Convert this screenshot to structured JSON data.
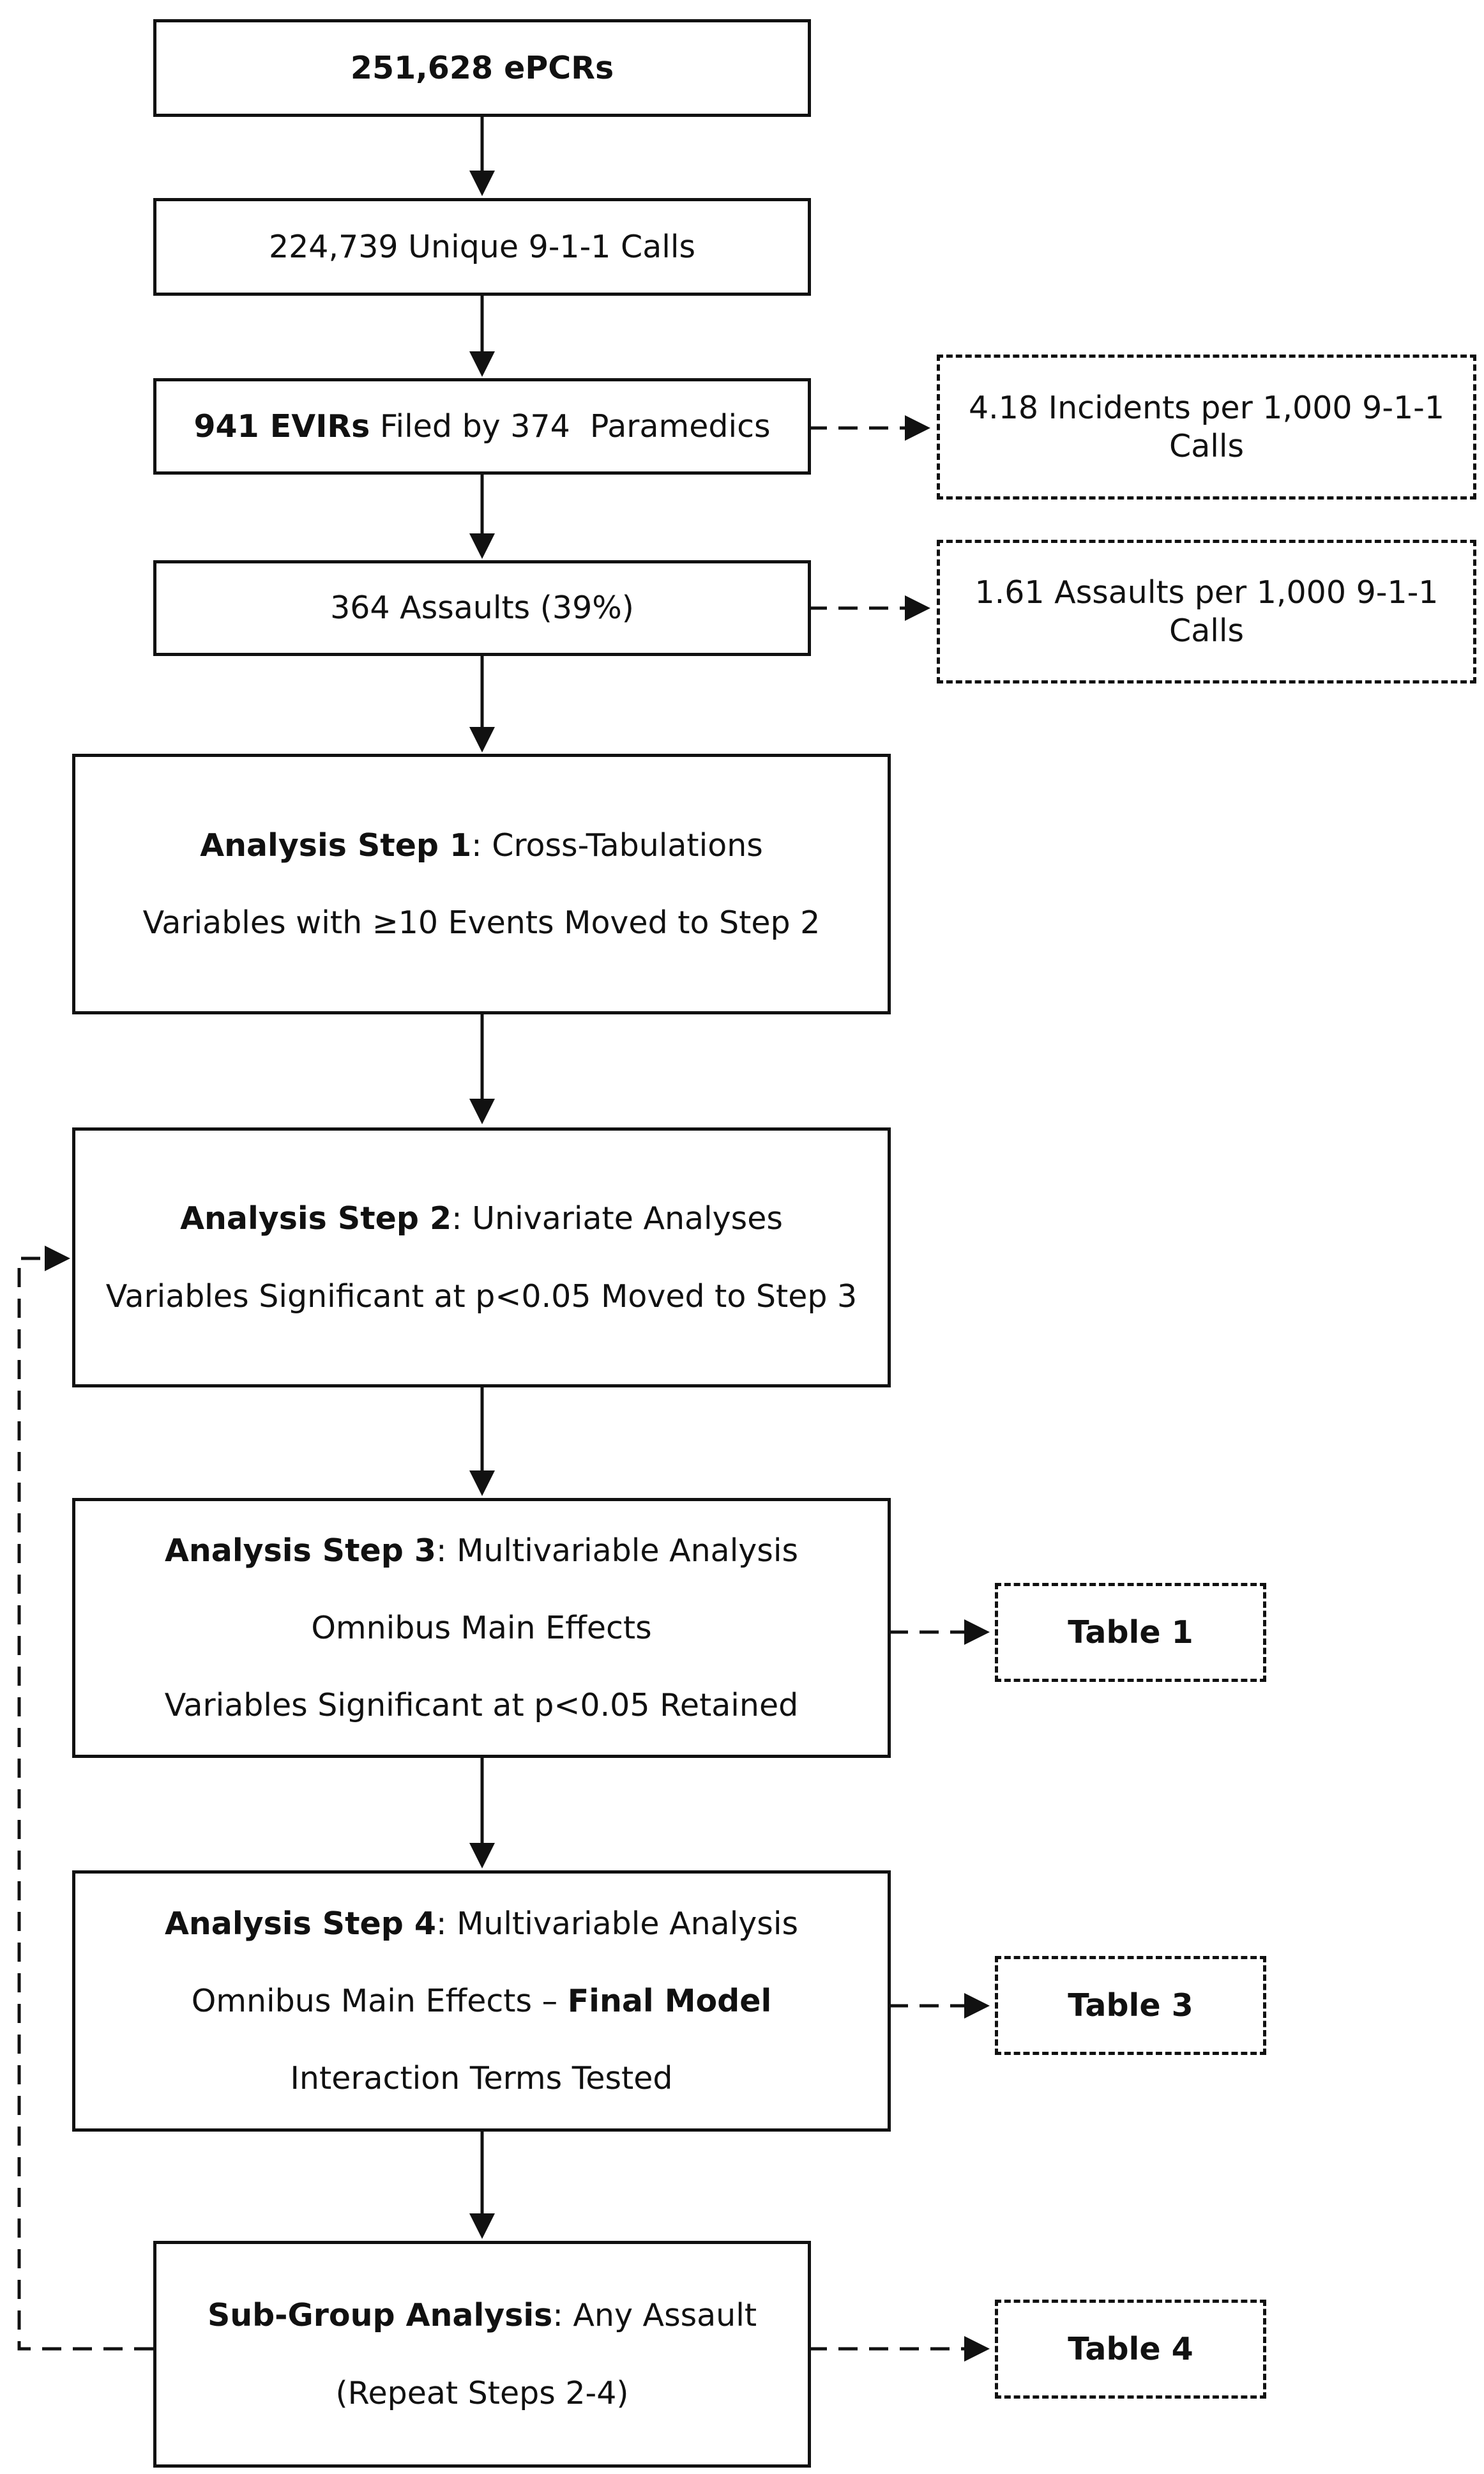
{
  "box1": {
    "bold": "251,628 ePCRs"
  },
  "box2": {
    "text": "224,739 Unique 9-1-1 Calls"
  },
  "box3": {
    "bold": "941 EVIRs",
    "rest": " Filed by 374  Paramedics"
  },
  "box4": {
    "text": "364 Assaults (39%)"
  },
  "side1": {
    "line1": "4.18 Incidents per 1,000 9-1-1",
    "line2": "Calls"
  },
  "side2": {
    "line1": "1.61 Assaults per 1,000 9-1-1",
    "line2": "Calls"
  },
  "step1": {
    "bold": "Analysis Step 1",
    "rest": ": Cross-Tabulations",
    "line2": "Variables with ≥10 Events Moved to Step 2"
  },
  "step2": {
    "bold": "Analysis Step 2",
    "rest": ": Univariate Analyses",
    "line2": "Variables Significant at p<0.05 Moved to Step 3"
  },
  "step3": {
    "bold": "Analysis Step 3",
    "rest": ": Multivariable Analysis",
    "line2": "Omnibus Main Effects",
    "line3": "Variables Significant at p<0.05 Retained"
  },
  "step4": {
    "bold": "Analysis Step 4",
    "rest": ": Multivariable Analysis",
    "line2a": "Omnibus Main Effects – ",
    "line2b": "Final Model",
    "line3": "Interaction Terms Tested"
  },
  "subgroup": {
    "bold": "Sub-Group Analysis",
    "rest": ": Any Assault",
    "line2": "(Repeat Steps 2-4)"
  },
  "table1": {
    "label": "Table 1"
  },
  "table3": {
    "label": "Table 3"
  },
  "table4": {
    "label": "Table 4"
  }
}
